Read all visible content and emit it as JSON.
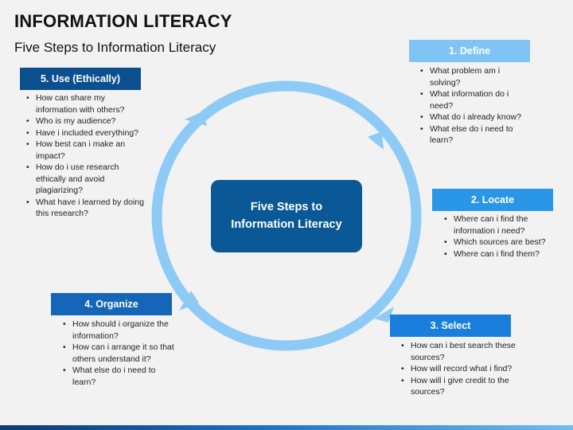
{
  "page": {
    "title": "INFORMATION LITERACY",
    "subtitle": "Five Steps to Information Literacy"
  },
  "center": {
    "line1": "Five Steps to",
    "line2": "Information Literacy"
  },
  "colors": {
    "ring": "#8ecaf6",
    "center_box": "#0a5895",
    "define": "#7fc4f4",
    "locate": "#2a96e8",
    "select": "#1a7edc",
    "organize": "#1566b8",
    "use": "#0c4f8f"
  },
  "steps": {
    "define": {
      "label": "1. Define",
      "items": [
        "What problem am i solving?",
        "What information do i need?",
        "What do i already know?",
        "What else do i need to learn?"
      ]
    },
    "locate": {
      "label": "2. Locate",
      "items": [
        "Where can i find the information i need?",
        "Which sources are best?",
        "Where can i find them?"
      ]
    },
    "select": {
      "label": "3. Select",
      "items": [
        "How can i best search these sources?",
        "How will record what i find?",
        "How will i give credit to the sources?"
      ]
    },
    "organize": {
      "label": "4. Organize",
      "items": [
        "How should i organize the information?",
        "How can i arrange it so that others understand it?",
        "What else do i need to learn?"
      ]
    },
    "use": {
      "label": "5. Use (Ethically)",
      "items": [
        "How can share my information with others?",
        "Who is my audience?",
        "Have i included everything?",
        "How best can i make an impact?",
        "How do i use research ethically and avoid plagiarizing?",
        "What have i learned by doing this research?"
      ]
    }
  }
}
